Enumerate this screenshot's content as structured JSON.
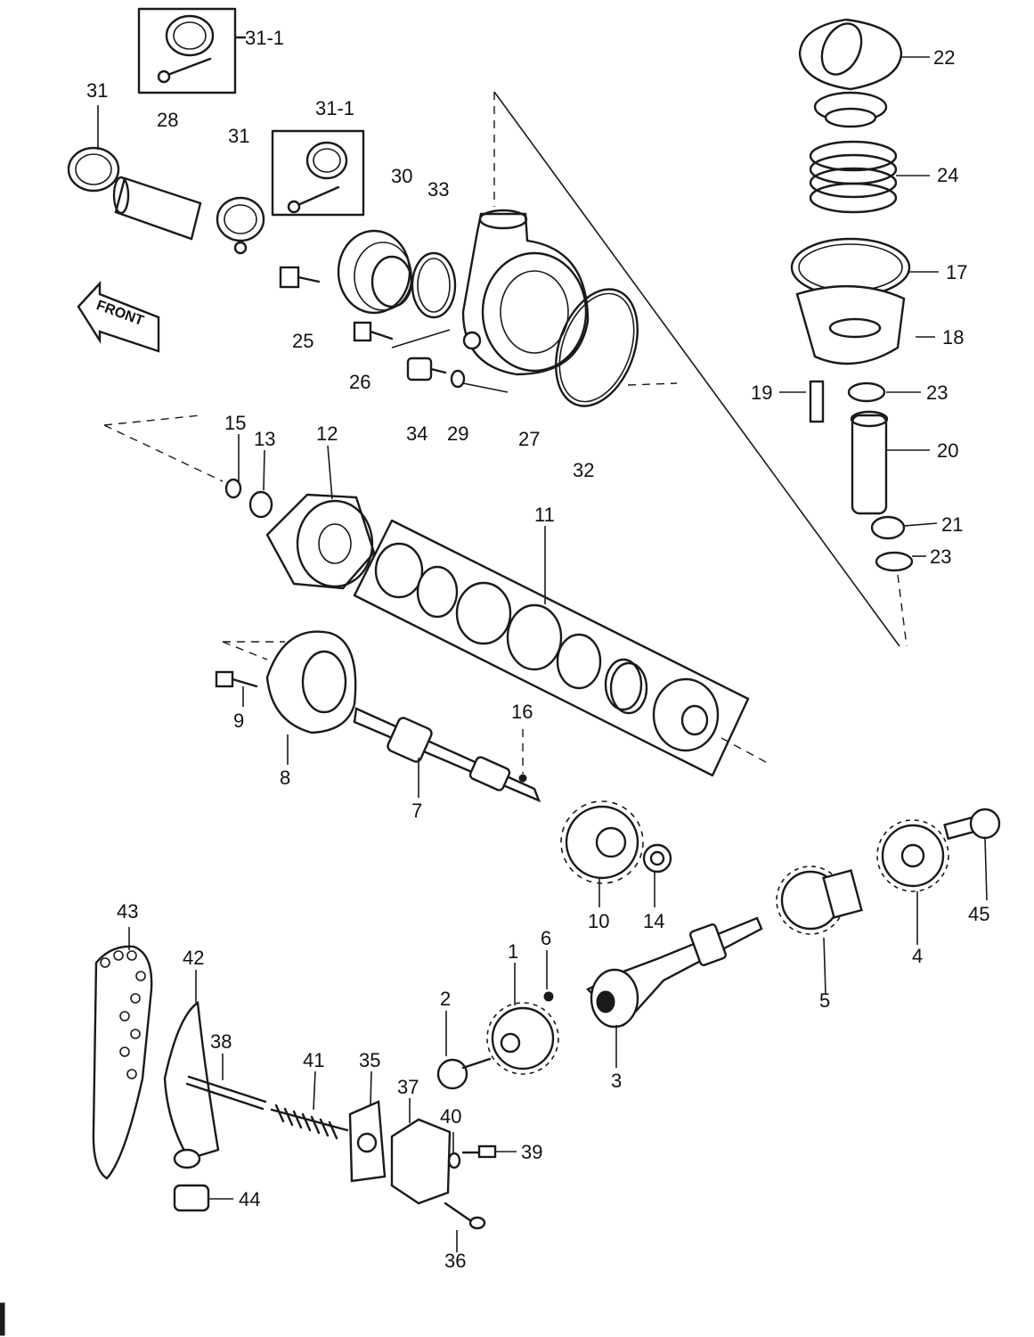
{
  "figure": {
    "front_label": "FRONT",
    "callouts": [
      "31-1",
      "31-1",
      "31",
      "28",
      "31",
      "30",
      "33",
      "25",
      "26",
      "34",
      "29",
      "27",
      "32",
      "22",
      "24",
      "17",
      "18",
      "19",
      "23",
      "20",
      "21",
      "23",
      "15",
      "13",
      "12",
      "11",
      "9",
      "8",
      "7",
      "16",
      "10",
      "14",
      "45",
      "4",
      "5",
      "1",
      "6",
      "2",
      "3",
      "43",
      "42",
      "38",
      "41",
      "35",
      "37",
      "40",
      "39",
      "44",
      "36"
    ]
  }
}
